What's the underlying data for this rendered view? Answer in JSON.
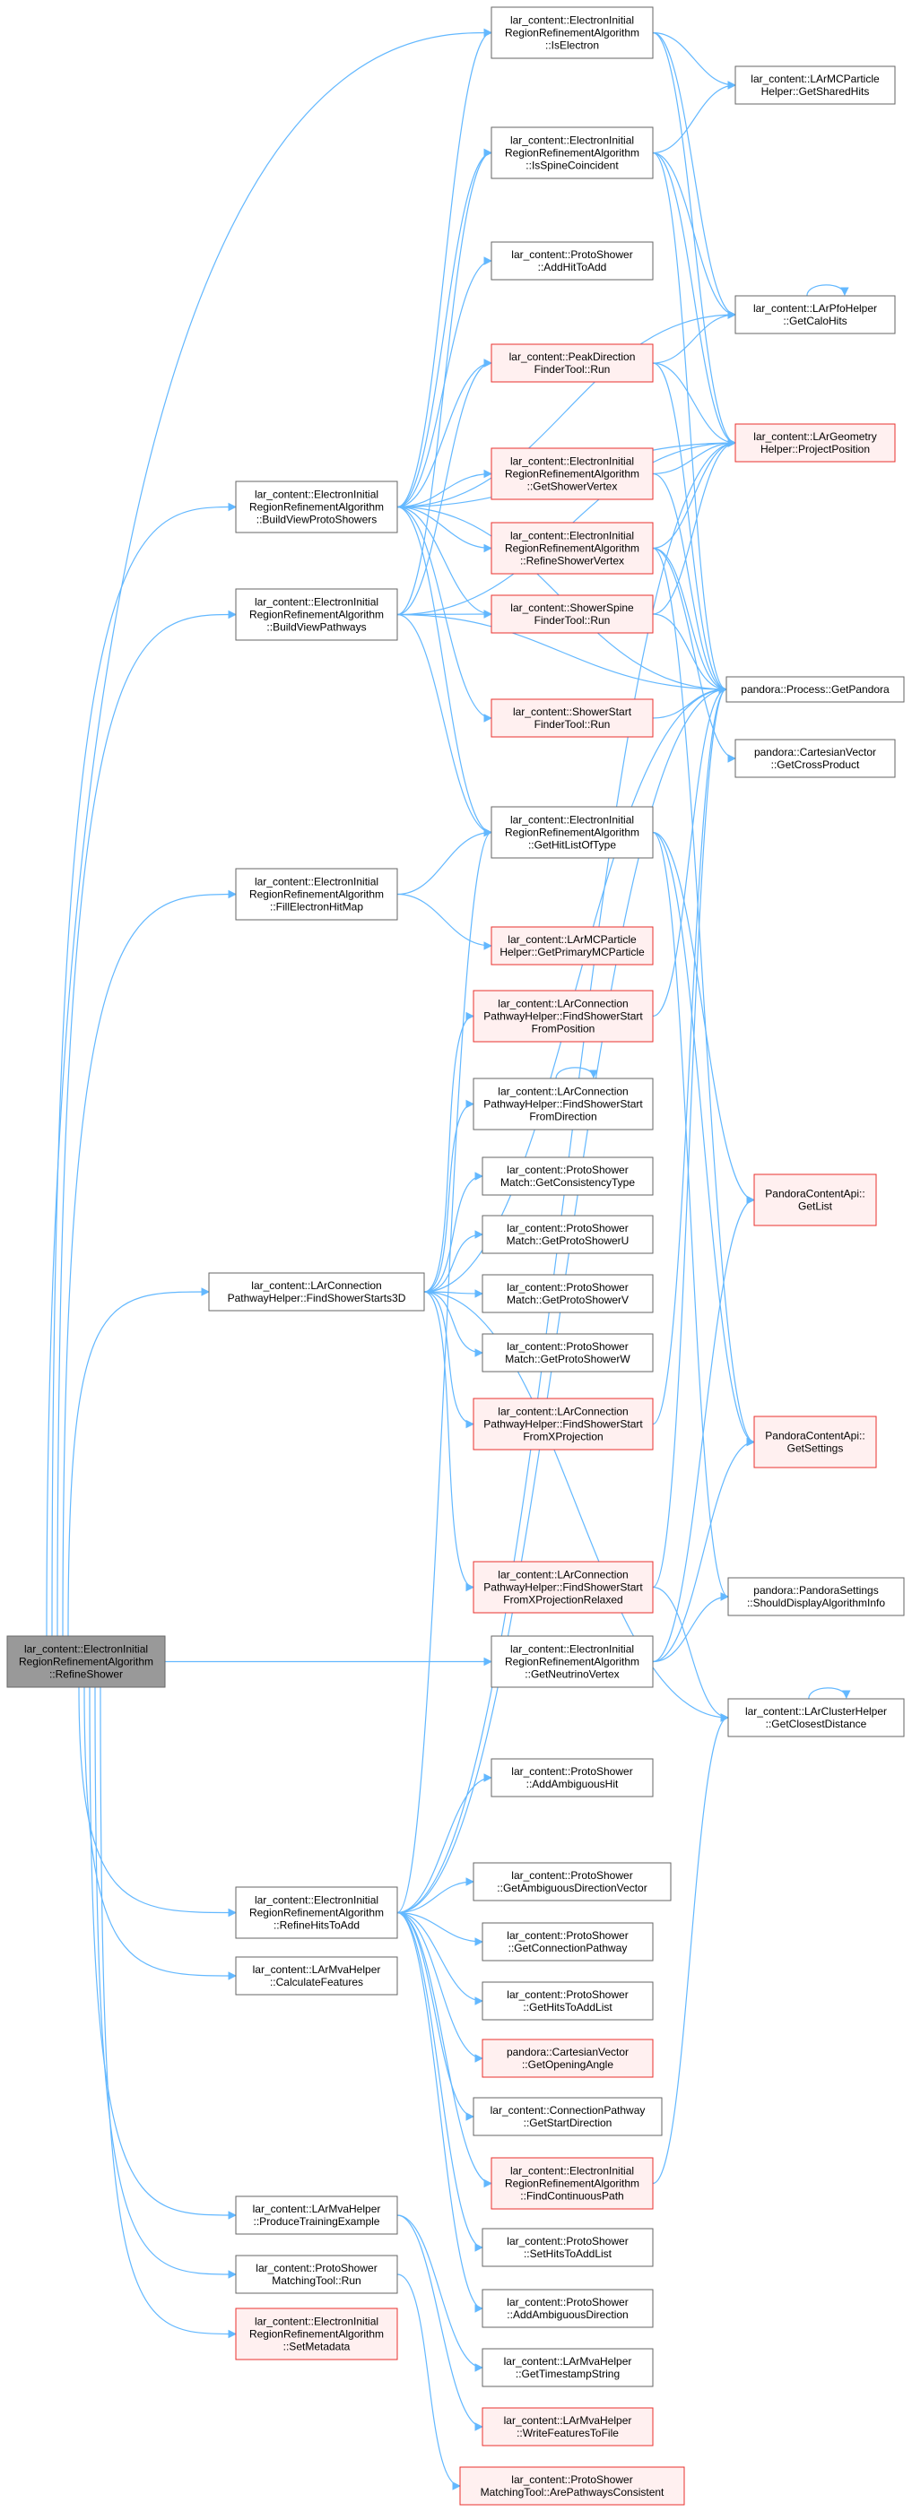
{
  "diagram": {
    "type": "call-graph",
    "colors": {
      "edge": "#63b8ff",
      "normal_border": "#666666",
      "red_border": "#e8302e",
      "red_fill": "#fff0f0",
      "root_fill": "#999999"
    },
    "nodes": [
      {
        "id": "root",
        "style": "root",
        "lines": [
          "lar_content::ElectronInitial",
          "RegionRefinementAlgorithm",
          "::RefineShower"
        ]
      },
      {
        "id": "isElectron",
        "style": "normal",
        "lines": [
          "lar_content::ElectronInitial",
          "RegionRefinementAlgorithm",
          "::IsElectron"
        ]
      },
      {
        "id": "getSharedHits",
        "style": "normal",
        "lines": [
          "lar_content::LArMCParticle",
          "Helper::GetSharedHits"
        ]
      },
      {
        "id": "isSpineCoincident",
        "style": "normal",
        "lines": [
          "lar_content::ElectronInitial",
          "RegionRefinementAlgorithm",
          "::IsSpineCoincident"
        ]
      },
      {
        "id": "addHitToAdd",
        "style": "normal",
        "lines": [
          "lar_content::ProtoShower",
          "::AddHitToAdd"
        ]
      },
      {
        "id": "getCaloHits",
        "style": "normal",
        "lines": [
          "lar_content::LArPfoHelper",
          "::GetCaloHits"
        ]
      },
      {
        "id": "peakDirection",
        "style": "red",
        "lines": [
          "lar_content::PeakDirection",
          "FinderTool::Run"
        ]
      },
      {
        "id": "projectPosition",
        "style": "red",
        "lines": [
          "lar_content::LArGeometry",
          "Helper::ProjectPosition"
        ]
      },
      {
        "id": "getShowerVertex",
        "style": "red",
        "lines": [
          "lar_content::ElectronInitial",
          "RegionRefinementAlgorithm",
          "::GetShowerVertex"
        ]
      },
      {
        "id": "buildViewProtoShowers",
        "style": "normal",
        "lines": [
          "lar_content::ElectronInitial",
          "RegionRefinementAlgorithm",
          "::BuildViewProtoShowers"
        ]
      },
      {
        "id": "refineShowerVertex",
        "style": "red",
        "lines": [
          "lar_content::ElectronInitial",
          "RegionRefinementAlgorithm",
          "::RefineShowerVertex"
        ]
      },
      {
        "id": "buildViewPathways",
        "style": "normal",
        "lines": [
          "lar_content::ElectronInitial",
          "RegionRefinementAlgorithm",
          "::BuildViewPathways"
        ]
      },
      {
        "id": "showerSpineFinder",
        "style": "red",
        "lines": [
          "lar_content::ShowerSpine",
          "FinderTool::Run"
        ]
      },
      {
        "id": "getPandora",
        "style": "normal",
        "lines": [
          "pandora::Process::GetPandora"
        ]
      },
      {
        "id": "showerStartFinder",
        "style": "red",
        "lines": [
          "lar_content::ShowerStart",
          "FinderTool::Run"
        ]
      },
      {
        "id": "getCrossProduct",
        "style": "normal",
        "lines": [
          "pandora::CartesianVector",
          "::GetCrossProduct"
        ]
      },
      {
        "id": "getHitListOfType",
        "style": "normal",
        "lines": [
          "lar_content::ElectronInitial",
          "RegionRefinementAlgorithm",
          "::GetHitListOfType"
        ]
      },
      {
        "id": "fillElectronHitMap",
        "style": "normal",
        "lines": [
          "lar_content::ElectronInitial",
          "RegionRefinementAlgorithm",
          "::FillElectronHitMap"
        ]
      },
      {
        "id": "getPrimaryMCParticle",
        "style": "red",
        "lines": [
          "lar_content::LArMCParticle",
          "Helper::GetPrimaryMCParticle"
        ]
      },
      {
        "id": "findShowerStartFromPosition",
        "style": "red",
        "lines": [
          "lar_content::LArConnection",
          "PathwayHelper::FindShowerStart",
          "FromPosition"
        ]
      },
      {
        "id": "findShowerStartFromDirection",
        "style": "normal",
        "lines": [
          "lar_content::LArConnection",
          "PathwayHelper::FindShowerStart",
          "FromDirection"
        ]
      },
      {
        "id": "getConsistencyType",
        "style": "normal",
        "lines": [
          "lar_content::ProtoShower",
          "Match::GetConsistencyType"
        ]
      },
      {
        "id": "getList",
        "style": "red",
        "lines": [
          "PandoraContentApi::",
          "GetList"
        ]
      },
      {
        "id": "getProtoShowerU",
        "style": "normal",
        "lines": [
          "lar_content::ProtoShower",
          "Match::GetProtoShowerU"
        ]
      },
      {
        "id": "findShowerStarts3D",
        "style": "normal",
        "lines": [
          "lar_content::LArConnection",
          "PathwayHelper::FindShowerStarts3D"
        ]
      },
      {
        "id": "getProtoShowerV",
        "style": "normal",
        "lines": [
          "lar_content::ProtoShower",
          "Match::GetProtoShowerV"
        ]
      },
      {
        "id": "getProtoShowerW",
        "style": "normal",
        "lines": [
          "lar_content::ProtoShower",
          "Match::GetProtoShowerW"
        ]
      },
      {
        "id": "findShowerStartFromXProjection",
        "style": "red",
        "lines": [
          "lar_content::LArConnection",
          "PathwayHelper::FindShowerStart",
          "FromXProjection"
        ]
      },
      {
        "id": "getSettings",
        "style": "red",
        "lines": [
          "PandoraContentApi::",
          "GetSettings"
        ]
      },
      {
        "id": "findShowerStartFromXProjectionRelaxed",
        "style": "red",
        "lines": [
          "lar_content::LArConnection",
          "PathwayHelper::FindShowerStart",
          "FromXProjectionRelaxed"
        ]
      },
      {
        "id": "shouldDisplay",
        "style": "normal",
        "lines": [
          "pandora::PandoraSettings",
          "::ShouldDisplayAlgorithmInfo"
        ]
      },
      {
        "id": "getNeutrinoVertex",
        "style": "normal",
        "lines": [
          "lar_content::ElectronInitial",
          "RegionRefinementAlgorithm",
          "::GetNeutrinoVertex"
        ]
      },
      {
        "id": "getClosestDistance",
        "style": "normal",
        "lines": [
          "lar_content::LArClusterHelper",
          "::GetClosestDistance"
        ]
      },
      {
        "id": "addAmbiguousHit",
        "style": "normal",
        "lines": [
          "lar_content::ProtoShower",
          "::AddAmbiguousHit"
        ]
      },
      {
        "id": "getAmbiguousDirectionVector",
        "style": "normal",
        "lines": [
          "lar_content::ProtoShower",
          "::GetAmbiguousDirectionVector"
        ]
      },
      {
        "id": "refineHitsToAdd",
        "style": "normal",
        "lines": [
          "lar_content::ElectronInitial",
          "RegionRefinementAlgorithm",
          "::RefineHitsToAdd"
        ]
      },
      {
        "id": "getConnectionPathway",
        "style": "normal",
        "lines": [
          "lar_content::ProtoShower",
          "::GetConnectionPathway"
        ]
      },
      {
        "id": "calculateFeatures",
        "style": "normal",
        "lines": [
          "lar_content::LArMvaHelper",
          "::CalculateFeatures"
        ]
      },
      {
        "id": "getHitsToAddList",
        "style": "normal",
        "lines": [
          "lar_content::ProtoShower",
          "::GetHitsToAddList"
        ]
      },
      {
        "id": "getOpeningAngle",
        "style": "red",
        "lines": [
          "pandora::CartesianVector",
          "::GetOpeningAngle"
        ]
      },
      {
        "id": "getStartDirection",
        "style": "normal",
        "lines": [
          "lar_content::ConnectionPathway",
          "::GetStartDirection"
        ]
      },
      {
        "id": "findContinuousPath",
        "style": "red",
        "lines": [
          "lar_content::ElectronInitial",
          "RegionRefinementAlgorithm",
          "::FindContinuousPath"
        ]
      },
      {
        "id": "produceTrainingExample",
        "style": "normal",
        "lines": [
          "lar_content::LArMvaHelper",
          "::ProduceTrainingExample"
        ]
      },
      {
        "id": "setHitsToAddList",
        "style": "normal",
        "lines": [
          "lar_content::ProtoShower",
          "::SetHitsToAddList"
        ]
      },
      {
        "id": "protoShowerMatchingRun",
        "style": "normal",
        "lines": [
          "lar_content::ProtoShower",
          "MatchingTool::Run"
        ]
      },
      {
        "id": "setMetadata",
        "style": "red",
        "lines": [
          "lar_content::ElectronInitial",
          "RegionRefinementAlgorithm",
          "::SetMetadata"
        ]
      },
      {
        "id": "addAmbiguousDirection",
        "style": "normal",
        "lines": [
          "lar_content::ProtoShower",
          "::AddAmbiguousDirection"
        ]
      },
      {
        "id": "getTimestampString",
        "style": "normal",
        "lines": [
          "lar_content::LArMvaHelper",
          "::GetTimestampString"
        ]
      },
      {
        "id": "writeFeaturesToFile",
        "style": "red",
        "lines": [
          "lar_content::LArMvaHelper",
          "::WriteFeaturesToFile"
        ]
      },
      {
        "id": "arePathwaysConsistent",
        "style": "red",
        "lines": [
          "lar_content::ProtoShower",
          "MatchingTool::ArePathwaysConsistent"
        ]
      }
    ],
    "edges": [
      [
        "root",
        "isElectron"
      ],
      [
        "root",
        "buildViewProtoShowers"
      ],
      [
        "root",
        "buildViewPathways"
      ],
      [
        "root",
        "fillElectronHitMap"
      ],
      [
        "root",
        "findShowerStarts3D"
      ],
      [
        "root",
        "getNeutrinoVertex"
      ],
      [
        "root",
        "refineHitsToAdd"
      ],
      [
        "root",
        "calculateFeatures"
      ],
      [
        "root",
        "produceTrainingExample"
      ],
      [
        "root",
        "protoShowerMatchingRun"
      ],
      [
        "root",
        "setMetadata"
      ],
      [
        "isElectron",
        "getSharedHits"
      ],
      [
        "isElectron",
        "getCaloHits"
      ],
      [
        "isElectron",
        "projectPosition"
      ],
      [
        "isSpineCoincident",
        "getSharedHits"
      ],
      [
        "isSpineCoincident",
        "getCaloHits"
      ],
      [
        "isSpineCoincident",
        "projectPosition"
      ],
      [
        "isSpineCoincident",
        "getPandora"
      ],
      [
        "getCaloHits",
        "getCaloHits"
      ],
      [
        "peakDirection",
        "getCaloHits"
      ],
      [
        "peakDirection",
        "projectPosition"
      ],
      [
        "peakDirection",
        "getPandora"
      ],
      [
        "getShowerVertex",
        "projectPosition"
      ],
      [
        "getShowerVertex",
        "getPandora"
      ],
      [
        "refineShowerVertex",
        "projectPosition"
      ],
      [
        "refineShowerVertex",
        "getPandora"
      ],
      [
        "refineShowerVertex",
        "getCrossProduct"
      ],
      [
        "refineShowerVertex",
        "getSettings"
      ],
      [
        "showerSpineFinder",
        "projectPosition"
      ],
      [
        "showerSpineFinder",
        "getPandora"
      ],
      [
        "showerStartFinder",
        "getPandora"
      ],
      [
        "buildViewProtoShowers",
        "isElectron"
      ],
      [
        "buildViewProtoShowers",
        "isSpineCoincident"
      ],
      [
        "buildViewProtoShowers",
        "addHitToAdd"
      ],
      [
        "buildViewProtoShowers",
        "getCaloHits"
      ],
      [
        "buildViewProtoShowers",
        "peakDirection"
      ],
      [
        "buildViewProtoShowers",
        "projectPosition"
      ],
      [
        "buildViewProtoShowers",
        "getShowerVertex"
      ],
      [
        "buildViewProtoShowers",
        "refineShowerVertex"
      ],
      [
        "buildViewProtoShowers",
        "showerSpineFinder"
      ],
      [
        "buildViewProtoShowers",
        "getPandora"
      ],
      [
        "buildViewProtoShowers",
        "showerStartFinder"
      ],
      [
        "buildViewProtoShowers",
        "getHitListOfType"
      ],
      [
        "buildViewPathways",
        "isSpineCoincident"
      ],
      [
        "buildViewPathways",
        "peakDirection"
      ],
      [
        "buildViewPathways",
        "projectPosition"
      ],
      [
        "buildViewPathways",
        "showerSpineFinder"
      ],
      [
        "buildViewPathways",
        "getPandora"
      ],
      [
        "buildViewPathways",
        "getHitListOfType"
      ],
      [
        "getHitListOfType",
        "getList"
      ],
      [
        "getHitListOfType",
        "getSettings"
      ],
      [
        "getHitListOfType",
        "shouldDisplay"
      ],
      [
        "fillElectronHitMap",
        "getHitListOfType"
      ],
      [
        "fillElectronHitMap",
        "getPrimaryMCParticle"
      ],
      [
        "findShowerStartFromPosition",
        "getPandora"
      ],
      [
        "findShowerStartFromDirection",
        "findShowerStartFromDirection"
      ],
      [
        "findShowerStartFromXProjection",
        "getPandora"
      ],
      [
        "findShowerStartFromXProjectionRelaxed",
        "getPandora"
      ],
      [
        "findShowerStartFromXProjectionRelaxed",
        "getClosestDistance"
      ],
      [
        "findShowerStarts3D",
        "findShowerStartFromPosition"
      ],
      [
        "findShowerStarts3D",
        "findShowerStartFromDirection"
      ],
      [
        "findShowerStarts3D",
        "getConsistencyType"
      ],
      [
        "findShowerStarts3D",
        "getProtoShowerU"
      ],
      [
        "findShowerStarts3D",
        "getProtoShowerV"
      ],
      [
        "findShowerStarts3D",
        "getProtoShowerW"
      ],
      [
        "findShowerStarts3D",
        "findShowerStartFromXProjection"
      ],
      [
        "findShowerStarts3D",
        "findShowerStartFromXProjectionRelaxed"
      ],
      [
        "findShowerStarts3D",
        "getPandora"
      ],
      [
        "findShowerStarts3D",
        "getClosestDistance"
      ],
      [
        "getNeutrinoVertex",
        "getList"
      ],
      [
        "getNeutrinoVertex",
        "getSettings"
      ],
      [
        "getNeutrinoVertex",
        "shouldDisplay"
      ],
      [
        "getClosestDistance",
        "getClosestDistance"
      ],
      [
        "refineHitsToAdd",
        "addAmbiguousHit"
      ],
      [
        "refineHitsToAdd",
        "getAmbiguousDirectionVector"
      ],
      [
        "refineHitsToAdd",
        "getConnectionPathway"
      ],
      [
        "refineHitsToAdd",
        "getHitsToAddList"
      ],
      [
        "refineHitsToAdd",
        "getOpeningAngle"
      ],
      [
        "refineHitsToAdd",
        "getStartDirection"
      ],
      [
        "refineHitsToAdd",
        "findContinuousPath"
      ],
      [
        "refineHitsToAdd",
        "setHitsToAddList"
      ],
      [
        "refineHitsToAdd",
        "addAmbiguousDirection"
      ],
      [
        "refineHitsToAdd",
        "getPandora"
      ],
      [
        "refineHitsToAdd",
        "projectPosition"
      ],
      [
        "refineHitsToAdd",
        "getHitListOfType"
      ],
      [
        "findContinuousPath",
        "getClosestDistance"
      ],
      [
        "produceTrainingExample",
        "getTimestampString"
      ],
      [
        "produceTrainingExample",
        "writeFeaturesToFile"
      ],
      [
        "protoShowerMatchingRun",
        "arePathwaysConsistent"
      ]
    ]
  }
}
